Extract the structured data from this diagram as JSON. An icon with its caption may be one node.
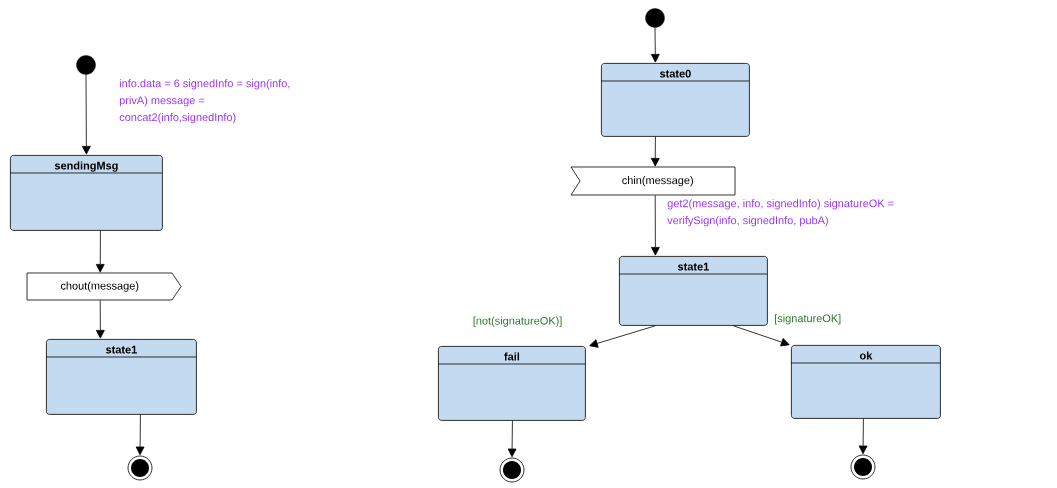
{
  "diagram": {
    "nodes": [
      {
        "text": [],
        "shape": "circle"
      },
      {
        "text": [
          "sendingMsg"
        ]
      },
      {
        "text": [
          "chout(message)"
        ]
      },
      {
        "text": [
          "state1"
        ]
      },
      {
        "text": [],
        "shape": "circle"
      },
      {
        "text": [],
        "shape": "circle"
      },
      {
        "text": [
          "state0"
        ]
      },
      {
        "text": [
          "chin(message)"
        ]
      },
      {
        "text": [
          "state1"
        ]
      },
      {
        "text": [
          "fail"
        ]
      },
      {
        "text": [
          "ok"
        ]
      },
      {
        "text": [],
        "shape": "circle"
      },
      {
        "text": [],
        "shape": "circle"
      }
    ],
    "edges": [
      {
        "from": 0,
        "to": 1,
        "arrow": "to",
        "label": "info.data = 6 signedInfo = sign(info, privA) message = concat2(info,signedInfo)"
      },
      {
        "from": 1,
        "to": 2,
        "arrow": "to"
      },
      {
        "from": 2,
        "to": 3,
        "arrow": "to"
      },
      {
        "from": 3,
        "to": 4,
        "arrow": "to"
      },
      {
        "from": 5,
        "to": 6,
        "arrow": "to"
      },
      {
        "from": 6,
        "to": 7,
        "arrow": "to"
      },
      {
        "from": 7,
        "to": 8,
        "arrow": "to",
        "label": "get2(message, info, signedInfo) signatureOK = verifySign(info, signedInfo, pubA)"
      },
      {
        "from": 8,
        "to": 9,
        "arrow": "to",
        "label": "[not(signatureOK)]"
      },
      {
        "from": 8,
        "to": 10,
        "arrow": "to",
        "label": "[signatureOK]"
      },
      {
        "from": 9,
        "to": 11,
        "arrow": "to"
      },
      {
        "from": 10,
        "to": 12,
        "arrow": "to"
      }
    ]
  }
}
